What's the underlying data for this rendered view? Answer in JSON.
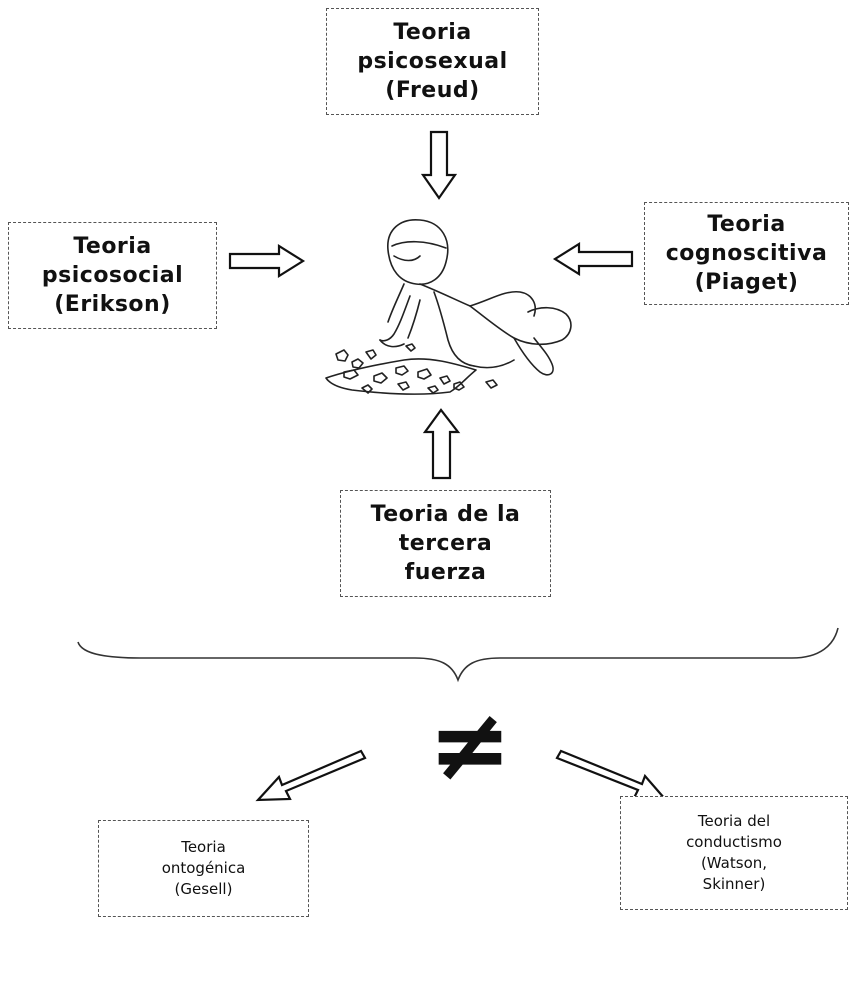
{
  "boxes": {
    "freud": {
      "lines": [
        "Teoria",
        "psicosexual",
        "(Freud)"
      ]
    },
    "erikson": {
      "lines": [
        "Teoria",
        "psicosocial",
        "(Erikson)"
      ]
    },
    "piaget": {
      "lines": [
        "Teoria",
        "cognoscitiva",
        "(Piaget)"
      ]
    },
    "tercera": {
      "lines": [
        "Teoria de la",
        "tercera",
        "fuerza"
      ]
    },
    "gesell": {
      "lines": [
        "Teoria",
        "ontogénica",
        "(Gesell)"
      ]
    },
    "conductismo": {
      "lines": [
        "Teoria del",
        "conductismo",
        "(Watson,",
        "Skinner)"
      ]
    }
  },
  "symbol": "≠"
}
